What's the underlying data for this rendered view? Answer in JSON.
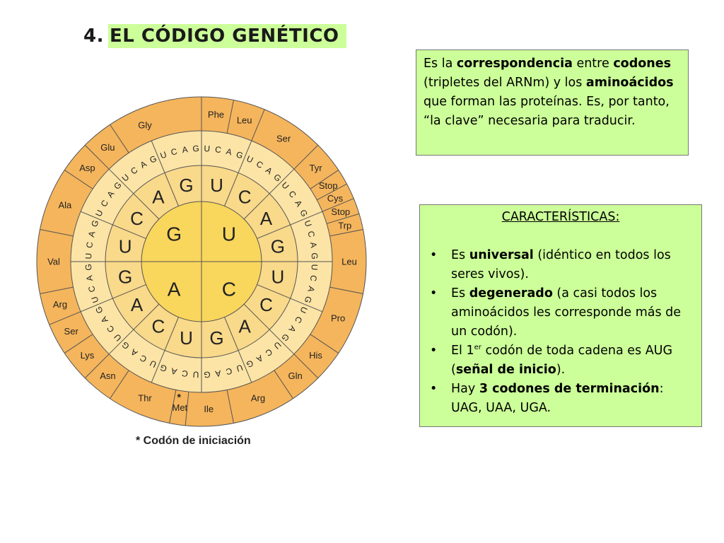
{
  "title": {
    "number": "4.",
    "text": "EL CÓDIGO GENÉTICO"
  },
  "definition": {
    "t1": "Es la ",
    "b1": "correspondencia",
    "t2": " entre ",
    "b2": "codones",
    "t3": " (tripletes del ARNm) y los ",
    "b3": "aminoácidos",
    "t4": " que forman las proteínas. Es, por tanto, “la clave” necesaria para traducir."
  },
  "characteristics": {
    "heading": "CARACTERÍSTICAS",
    "colon": ":",
    "items": [
      {
        "t1": "Es ",
        "b1": "universal",
        "t2": " (idéntico en todos los seres vivos)."
      },
      {
        "t1": "Es ",
        "b1": "degenerado",
        "t2": "  (a casi todos los aminoácidos les corresponde más de un codón)."
      },
      {
        "t1": "El 1",
        "sup": "er",
        "t2": " codón de toda cadena es AUG (",
        "b1": "señal de inicio",
        "t3": ")."
      },
      {
        "t1": "Hay ",
        "b1": "3 codones de terminación",
        "t2": ": UAG, UAA, UGA."
      }
    ]
  },
  "wheel": {
    "center": [
      "U",
      "C",
      "A",
      "G"
    ],
    "second": [
      "U",
      "C",
      "A",
      "G",
      "U",
      "C",
      "A",
      "G",
      "U",
      "C",
      "A",
      "G",
      "U",
      "C",
      "A",
      "G"
    ],
    "third_letters": [
      "U",
      "C",
      "A",
      "G"
    ],
    "amino_acids": [
      "Phe",
      "Leu",
      "Ser",
      "Tyr",
      "Stop",
      "Cys",
      "Stop",
      "Trp",
      "Leu",
      "Pro",
      "His",
      "Gln",
      "Arg",
      "Ile",
      "Met",
      "Thr",
      "Asn",
      "Lys",
      "Ser",
      "Arg",
      "Val",
      "Ala",
      "Asp",
      "Glu",
      "Gly"
    ],
    "start_marker": "*",
    "footnote": "* Codón de iniciación",
    "colors": {
      "outer": "#f5b55c",
      "third": "#fce4a6",
      "second": "#f9d98a",
      "center": "#f9d65c",
      "stroke": "#555555"
    }
  }
}
